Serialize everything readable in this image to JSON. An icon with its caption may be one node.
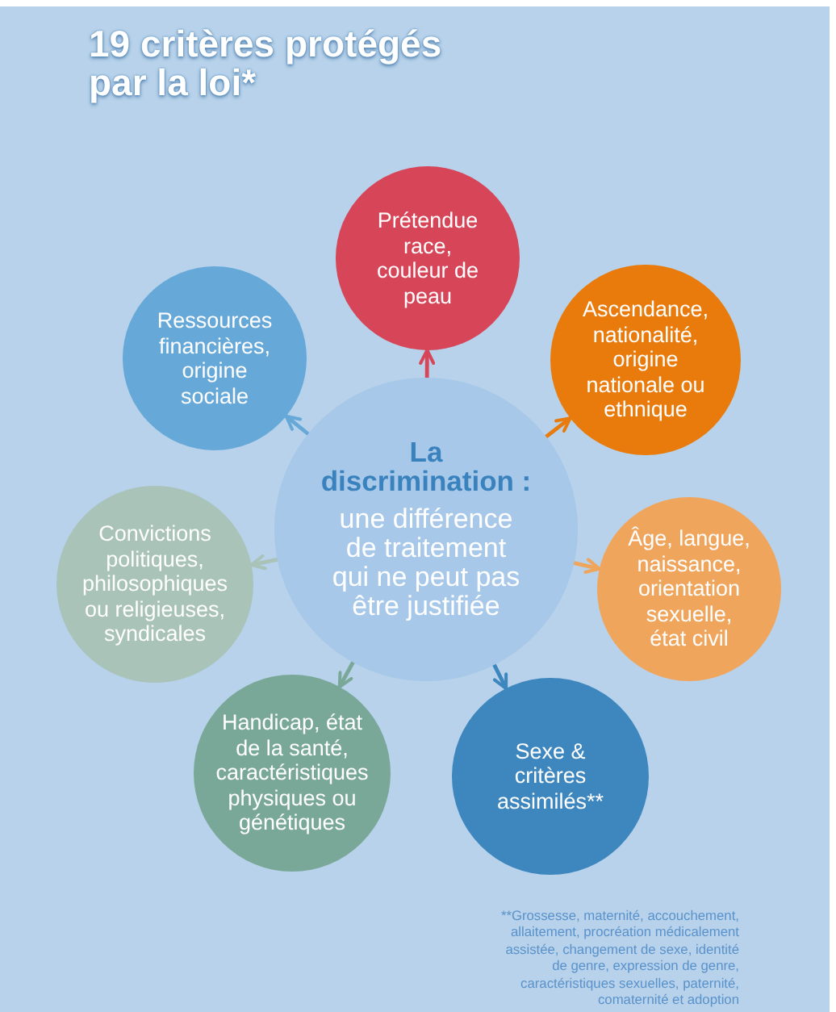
{
  "diagram": {
    "title": "19 critères protégés par la loi*",
    "nodes": [
      {
        "text": [
          "Prétendue race, couleur de peau"
        ]
      },
      {
        "text": [
          "Ressources financières, origine sociale"
        ]
      },
      {
        "text": [
          "Ascendance, nationalité, origine nationale ou ethnique"
        ]
      },
      {
        "text": [
          "La discrimination :",
          "une différence de traitement qui ne peut pas être justifiée"
        ]
      },
      {
        "text": [
          "Convictions politiques, philosophiques ou religieuses, syndicales"
        ]
      },
      {
        "text": [
          "Âge, langue, naissance, orientation sexuelle, état civil"
        ]
      },
      {
        "text": [
          "Handicap, état de la santé, caractéristiques physiques ou génétiques"
        ]
      },
      {
        "text": [
          "Sexe & critères assimilés**"
        ]
      }
    ],
    "edges": [
      {
        "from": 3,
        "to": 0,
        "arrow": "to",
        "color": "#d64558"
      },
      {
        "from": 3,
        "to": 1,
        "arrow": "to",
        "color": "#66a8d8"
      },
      {
        "from": 3,
        "to": 2,
        "arrow": "to",
        "color": "#e87b0c"
      },
      {
        "from": 3,
        "to": 4,
        "arrow": "to",
        "color": "#a9c3b8"
      },
      {
        "from": 3,
        "to": 5,
        "arrow": "to",
        "color": "#f0a55c"
      },
      {
        "from": 3,
        "to": 6,
        "arrow": "to",
        "color": "#7aa898"
      },
      {
        "from": 3,
        "to": 7,
        "arrow": "to",
        "color": "#3d86be"
      }
    ],
    "labels": [
      "**Grossesse, maternité, accouchement, allaitement, procréation médicalement assistée, changement de sexe, identité de genre, expression de genre, caractéristiques sexuelles, paternité, comaternité et adoption"
    ]
  }
}
